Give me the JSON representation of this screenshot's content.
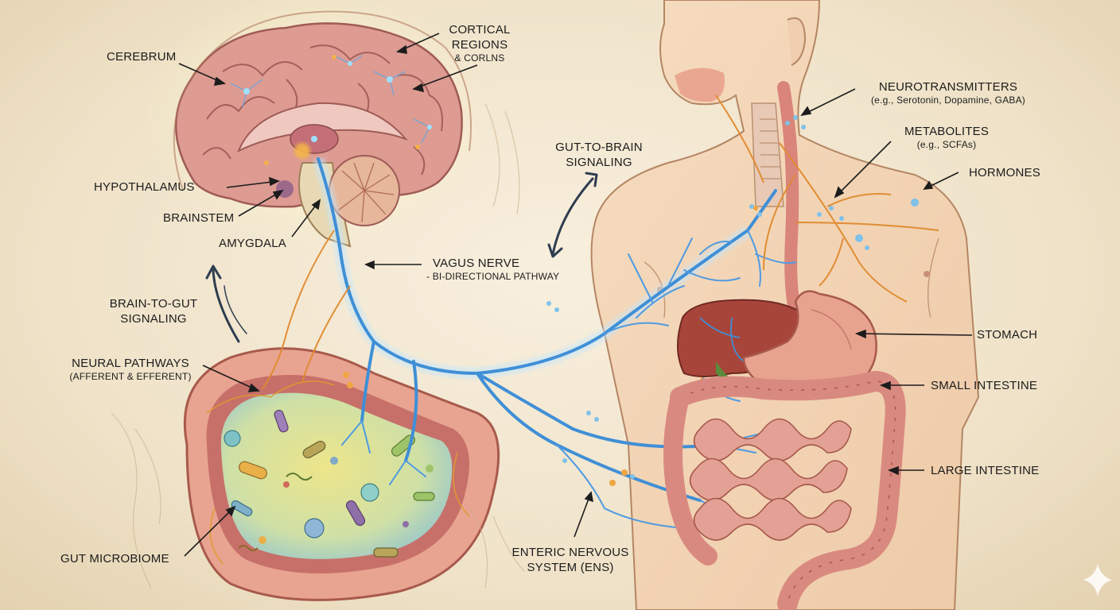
{
  "labels": {
    "cerebrum": "CEREBRUM",
    "cortical": [
      "CORTICAL",
      "REGIONS",
      "& CORLNS"
    ],
    "hypothalamus": "HYPOTHALAMUS",
    "brainstem": "BRAINSTEM",
    "amygdala": "AMYGDALA",
    "gut_to_brain": [
      "GUT-TO-BRAIN",
      "SIGNALING"
    ],
    "vagus": [
      "VAGUS NERVE",
      "- BI-DIRECTIONAL PATHWAY"
    ],
    "brain_to_gut": [
      "BRAIN-TO-GUT",
      "SIGNALING"
    ],
    "neural_pathways": [
      "NEURAL PATHWAYS",
      "(AFFERENT & EFFERENT)"
    ],
    "gut_microbiome": "GUT MICROBIOME",
    "enteric": [
      "ENTERIC NERVOUS",
      "SYSTEM (ENS)"
    ],
    "neurotransmitters": [
      "NEUROTRANSMITTERS",
      "(e.g., Serotonin, Dopamine, GABA)"
    ],
    "metabolites": [
      "METABOLITES",
      "(e.g., SCFAs)"
    ],
    "hormones": "HORMONES",
    "stomach": "STOMACH",
    "small_intestine": "SMALL INTESTINE",
    "large_intestine": "LARGE INTESTINE"
  },
  "colors": {
    "parchment": "#f1e6d2",
    "nerve_blue": "#3f8fd6",
    "nerve_orange": "#e08a2e",
    "intestine_pink": "#d98a80",
    "brain_pink": "#d9948c",
    "microbiome_yellow": "#e6df8a",
    "liver_red": "#a8453a"
  },
  "icons": [
    "bidirectional-arrow-icon",
    "sparkle-icon"
  ]
}
